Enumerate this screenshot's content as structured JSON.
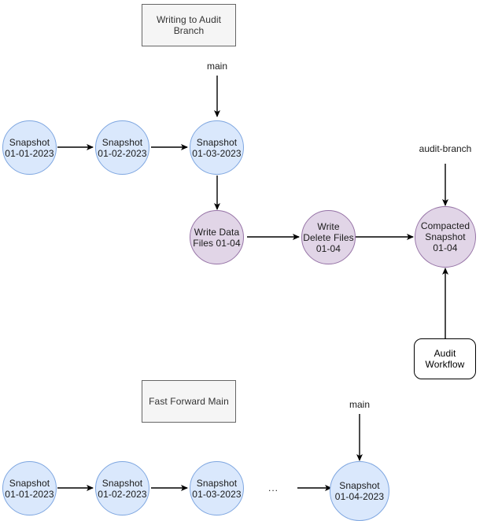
{
  "diagram": {
    "title_hidden": "",
    "colors": {
      "snapshot_fill": "#dae8fc",
      "snapshot_stroke": "#7ea6e0",
      "write_fill": "#e1d5e7",
      "write_stroke": "#9673a6",
      "label_box_fill": "#f5f5f5",
      "label_box_stroke": "#666666",
      "workflow_box_fill": "#ffffff",
      "workflow_box_stroke": "#000000",
      "edge_stroke": "#000000",
      "background": "#ffffff"
    },
    "sections": [
      {
        "id": "writing-to-audit-branch",
        "label": "Writing to Audit\nBranch"
      },
      {
        "id": "fast-forward-main",
        "label": "Fast Forward Main"
      }
    ],
    "branch_labels": {
      "main_top": "main",
      "audit_branch": "audit-branch",
      "main_bottom": "main"
    },
    "ellipsis": "...",
    "top_flow": {
      "snapshots": [
        {
          "id": "snapshot-01-01-2023-top",
          "label": "Snapshot\n01-01-2023"
        },
        {
          "id": "snapshot-01-02-2023-top",
          "label": "Snapshot\n01-02-2023"
        },
        {
          "id": "snapshot-01-03-2023-top",
          "label": "Snapshot\n01-03-2023"
        }
      ],
      "writes": [
        {
          "id": "write-data-files-01-04",
          "label": "Write Data\nFiles 01-04"
        },
        {
          "id": "write-delete-files-01-04",
          "label": "Write\nDelete Files\n01-04"
        },
        {
          "id": "compacted-snapshot-01-04",
          "label": "Compacted\nSnapshot\n01-04"
        }
      ],
      "workflow": {
        "id": "audit-workflow",
        "label": "Audit\nWorkflow"
      }
    },
    "bottom_flow": {
      "snapshots": [
        {
          "id": "snapshot-01-01-2023-bottom",
          "label": "Snapshot\n01-01-2023"
        },
        {
          "id": "snapshot-01-02-2023-bottom",
          "label": "Snapshot\n01-02-2023"
        },
        {
          "id": "snapshot-01-03-2023-bottom",
          "label": "Snapshot\n01-03-2023"
        },
        {
          "id": "snapshot-01-04-2023-bottom",
          "label": "Snapshot\n01-04-2023"
        }
      ]
    }
  }
}
